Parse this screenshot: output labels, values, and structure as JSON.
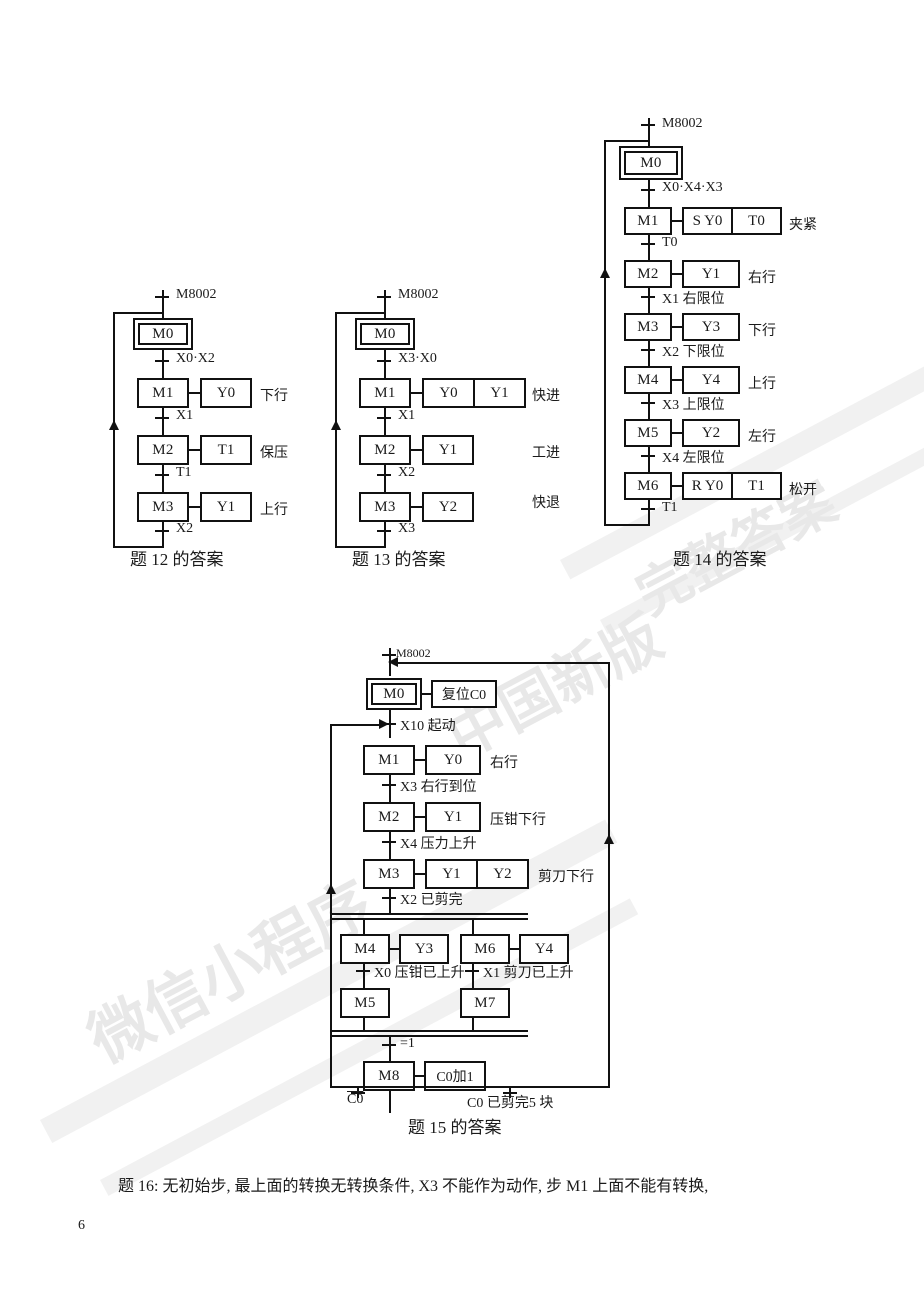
{
  "page": {
    "number": "6",
    "note": "题 16: 无初始步, 最上面的转换无转换条件, X3 不能作为动作, 步 M1 上面不能有转换,"
  },
  "watermark": {
    "line1": "微信小程序",
    "line2": "中国新版",
    "line3": "完整答案"
  },
  "diagrams": [
    {
      "id": "d12",
      "caption": "题 12 的答案",
      "top_label": "M8002",
      "steps": [
        {
          "name": "M0",
          "initial": true,
          "actions": [],
          "comment": ""
        },
        {
          "name": "M1",
          "initial": false,
          "actions": [
            "Y0"
          ],
          "comment": "下行"
        },
        {
          "name": "M2",
          "initial": false,
          "actions": [
            "T1"
          ],
          "comment": "保压"
        },
        {
          "name": "M3",
          "initial": false,
          "actions": [
            "Y1"
          ],
          "comment": "上行"
        }
      ],
      "transitions": [
        "X0·X2",
        "X1",
        "T1",
        "X2"
      ]
    },
    {
      "id": "d13",
      "caption": "题 13 的答案",
      "top_label": "M8002",
      "steps": [
        {
          "name": "M0",
          "initial": true,
          "actions": [],
          "comment": ""
        },
        {
          "name": "M1",
          "initial": false,
          "actions": [
            "Y0",
            "Y1"
          ],
          "comment": "快进"
        },
        {
          "name": "M2",
          "initial": false,
          "actions": [
            "Y1"
          ],
          "comment": "工进"
        },
        {
          "name": "M3",
          "initial": false,
          "actions": [
            "Y2"
          ],
          "comment": "快退"
        }
      ],
      "transitions": [
        "X3·X0",
        "X1",
        "X2",
        "X3"
      ]
    },
    {
      "id": "d14",
      "caption": "题 14 的答案",
      "top_label": "M8002",
      "steps": [
        {
          "name": "M0",
          "initial": true,
          "actions": [],
          "comment": ""
        },
        {
          "name": "M1",
          "initial": false,
          "actions": [
            "S  Y0",
            "T0"
          ],
          "comment": "夹紧"
        },
        {
          "name": "M2",
          "initial": false,
          "actions": [
            "Y1"
          ],
          "comment": "右行"
        },
        {
          "name": "M3",
          "initial": false,
          "actions": [
            "Y3"
          ],
          "comment": "下行"
        },
        {
          "name": "M4",
          "initial": false,
          "actions": [
            "Y4"
          ],
          "comment": "上行"
        },
        {
          "name": "M5",
          "initial": false,
          "actions": [
            "Y2"
          ],
          "comment": "左行"
        },
        {
          "name": "M6",
          "initial": false,
          "actions": [
            "R  Y0",
            "T1"
          ],
          "comment": "松开"
        }
      ],
      "transitions": [
        "X0·X4·X3",
        "T0",
        "X1 右限位",
        "X2 下限位",
        "X3 上限位",
        "X4 左限位",
        "T1"
      ]
    }
  ],
  "diagram15": {
    "id": "d15",
    "caption": "题 15 的答案",
    "top_label": "M8002",
    "steps": {
      "m0": {
        "name": "M0",
        "initial": true,
        "actions": [
          "复位C0"
        ]
      },
      "m1": {
        "name": "M1",
        "actions": [
          "Y0"
        ],
        "comment": "右行"
      },
      "m2": {
        "name": "M2",
        "actions": [
          "Y1"
        ],
        "comment": "压钳下行"
      },
      "m3": {
        "name": "M3",
        "actions": [
          "Y1",
          "Y2"
        ],
        "comment": "剪刀下行"
      },
      "m4": {
        "name": "M4",
        "actions": [
          "Y3"
        ]
      },
      "m6": {
        "name": "M6",
        "actions": [
          "Y4"
        ]
      },
      "m5": {
        "name": "M5",
        "actions": []
      },
      "m7": {
        "name": "M7",
        "actions": []
      },
      "m8": {
        "name": "M8",
        "actions": [
          "C0加1"
        ]
      }
    },
    "transitions": {
      "t_start": "X10 起动",
      "t_m1": "X3 右行到位",
      "t_m2": "X4 压力上升",
      "t_m3": "X2 已剪完",
      "t_left": "X0 压钳已上升",
      "t_right": "X1 剪刀已上升",
      "t_merge": "=1",
      "t_bottom_left": "C0",
      "t_bottom_right": "C0  已剪完5  块"
    }
  }
}
